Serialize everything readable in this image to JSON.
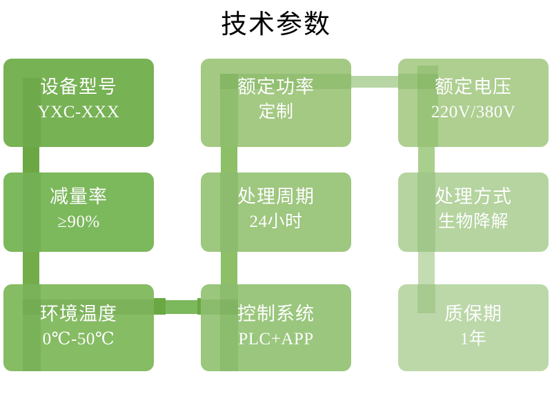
{
  "title": "技术参数",
  "palette": {
    "card_dark": "#77b254",
    "card_mid": "#8fbf6d",
    "card_light": "#a8cc8b",
    "card_lighter": "#aecf90",
    "card_lightest": "#bcd8a9",
    "connector_dark": "#6ba843",
    "connector_mid": "#8cbf66",
    "connector_light": "#a9cf8c",
    "connector_lightest": "#c3dcb2",
    "text": "#ffffff",
    "title_text": "#000000",
    "background": "#ffffff"
  },
  "cards": [
    {
      "id": "device-model",
      "label": "设备型号",
      "value": "YXC-XXX",
      "color": "#77b254"
    },
    {
      "id": "rated-power",
      "label": "额定功率",
      "value": "定制",
      "color": "#a4c983"
    },
    {
      "id": "rated-voltage",
      "label": "额定电压",
      "value": "220V/380V",
      "color": "#aecf90"
    },
    {
      "id": "reduction-rate",
      "label": "减量率",
      "value": "≥90%",
      "color": "#7cb85c"
    },
    {
      "id": "treatment-cycle",
      "label": "处理周期",
      "value": "24小时",
      "color": "#9ec77f"
    },
    {
      "id": "treatment-method",
      "label": "处理方式",
      "value": "生物降解",
      "color": "#b5d49f"
    },
    {
      "id": "ambient-temperature",
      "label": "环境温度",
      "value": "0℃-50℃",
      "color": "#86bc63"
    },
    {
      "id": "control-system",
      "label": "控制系统",
      "value": "PLC+APP",
      "color": "#9ac77d"
    },
    {
      "id": "warranty-period",
      "label": "质保期",
      "value": "1年",
      "color": "#bcd8a9"
    }
  ],
  "connectors": [
    {
      "id": "connector-model-to-reduction",
      "orientation": "vertical",
      "color": "#6ba843"
    },
    {
      "id": "connector-power-to-voltage",
      "orientation": "horizontal",
      "color": "#b8d6a3"
    },
    {
      "id": "connector-power-to-cycle",
      "orientation": "vertical",
      "color": "#8cbf66"
    },
    {
      "id": "connector-voltage-to-method",
      "orientation": "vertical",
      "color": "#a9cf8c"
    },
    {
      "id": "connector-reduction-to-temp",
      "orientation": "vertical",
      "color": "#72ad4a"
    },
    {
      "id": "connector-cycle-to-control",
      "orientation": "vertical",
      "color": "#8cbf66"
    },
    {
      "id": "connector-method-to-warranty",
      "orientation": "vertical",
      "color": "#c3dcb2"
    },
    {
      "id": "connector-temp-to-control",
      "orientation": "horizontal",
      "color": "#7cb85c"
    },
    {
      "id": "connector-temp-right-stub",
      "orientation": "horizontal",
      "color": "#7cb85c"
    },
    {
      "id": "connector-control-left-stub",
      "orientation": "horizontal",
      "color": "#6ba843"
    },
    {
      "id": "connector-voltage-left-stub",
      "orientation": "horizontal",
      "color": "#a9cf8c"
    }
  ]
}
